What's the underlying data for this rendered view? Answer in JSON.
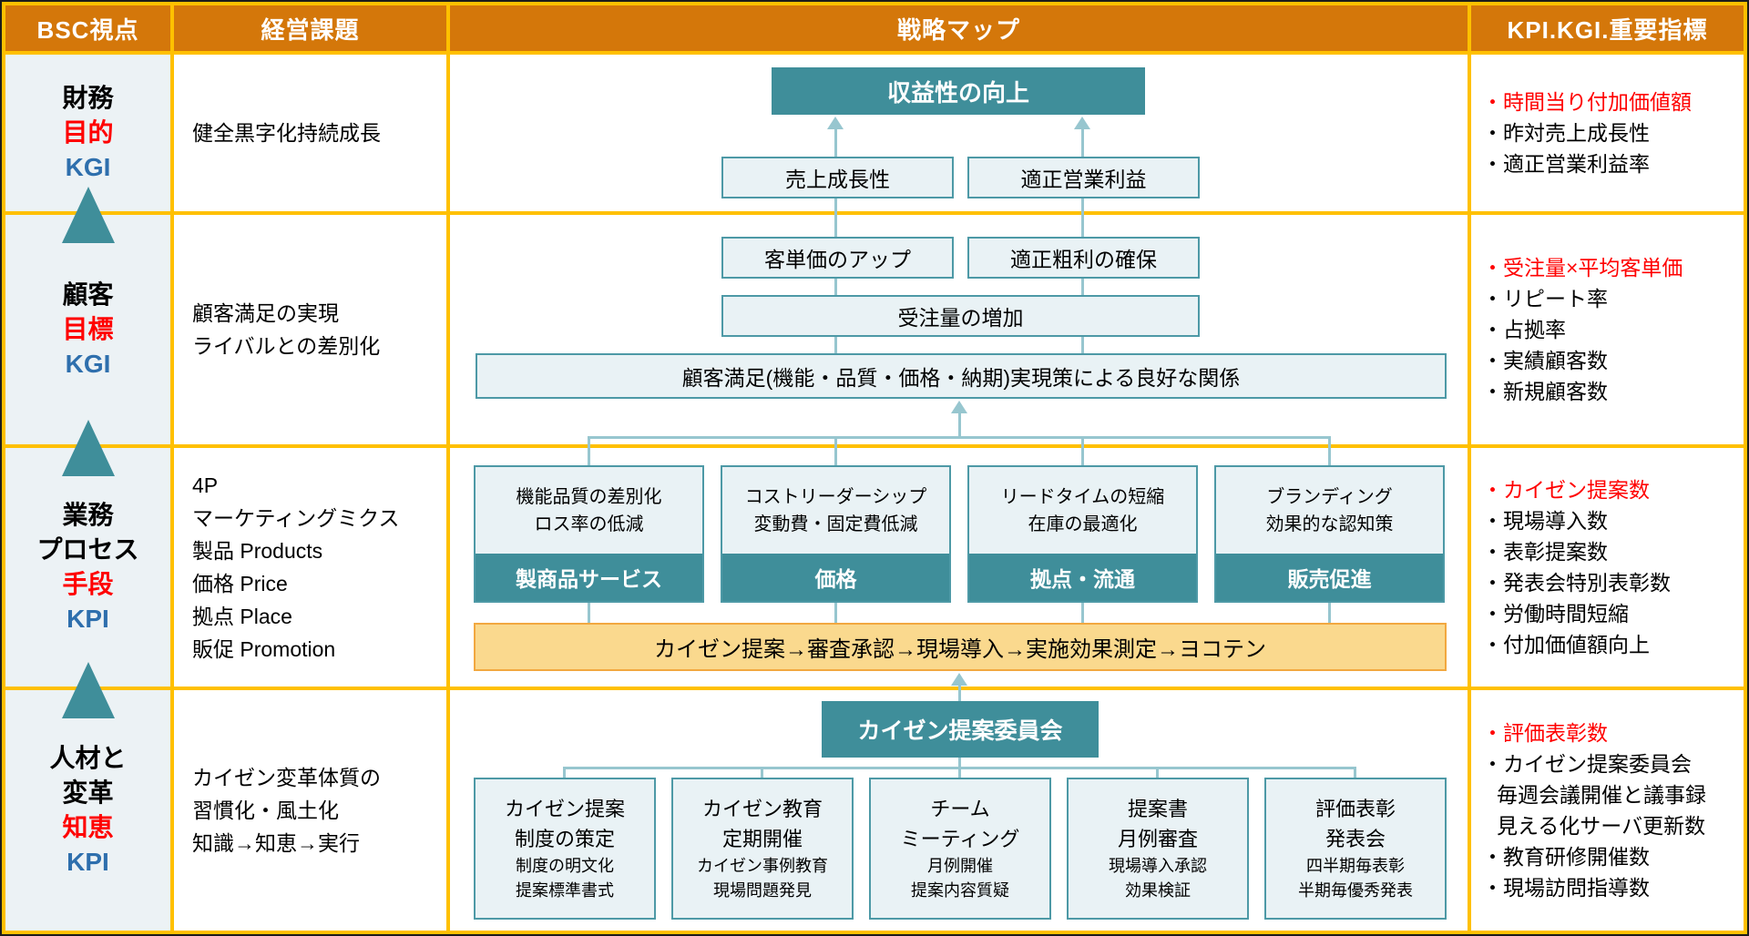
{
  "header": {
    "bsc": "BSC視点",
    "issues": "経営課題",
    "map": "戦略マップ",
    "kpi": "KPI.KGI.重要指標"
  },
  "perspectives": [
    {
      "name": "財務",
      "goal": "目的",
      "metric": "KGI"
    },
    {
      "name": "顧客",
      "goal": "目標",
      "metric": "KGI"
    },
    {
      "name": "業務\nプロセス",
      "goal": "手段",
      "metric": "KPI"
    },
    {
      "name": "人材と\n変革",
      "goal": "知恵",
      "metric": "KPI"
    }
  ],
  "issues": [
    "健全黒字化持続成長",
    "顧客満足の実現\nライバルとの差別化",
    "4P\nマーケティングミクス\n製品 Products\n価格 Price\n拠点 Place\n販促 Promotion",
    "カイゼン変革体質の\n習慣化・風土化\n知識→知恵→実行"
  ],
  "strategy_map": {
    "profit": "収益性の向上",
    "sales_growth": "売上成長性",
    "operating_profit": "適正営業利益",
    "unit_price": "客単価のアップ",
    "gross_margin": "適正粗利の確保",
    "orders": "受注量の増加",
    "satisfaction": "顧客満足(機能・品質・価格・納期)実現策による良好な関係",
    "process_boxes": [
      {
        "top": "機能品質の差別化\nロス率の低減",
        "band": "製商品サービス"
      },
      {
        "top": "コストリーダーシップ\n変動費・固定費低減",
        "band": "価格"
      },
      {
        "top": "リードタイムの短縮\n在庫の最適化",
        "band": "拠点・流通"
      },
      {
        "top": "ブランディング\n効果的な認知策",
        "band": "販売促進"
      }
    ],
    "kaizen_flow": "カイゼン提案→審査承認→現場導入→実施効果測定→ヨコテン",
    "committee": "カイゼン提案委員会",
    "activity_boxes": [
      {
        "main": "カイゼン提案\n制度の策定",
        "sub": "制度の明文化\n提案標準書式"
      },
      {
        "main": "カイゼン教育\n定期開催",
        "sub": "カイゼン事例教育\n現場問題発見"
      },
      {
        "main": "チーム\nミーティング",
        "sub": "月例開催\n提案内容質疑"
      },
      {
        "main": "提案書\n月例審査",
        "sub": "現場導入承認\n効果検証"
      },
      {
        "main": "評価表彰\n発表会",
        "sub": "四半期毎表彰\n半期毎優秀発表"
      }
    ]
  },
  "kpis": [
    [
      "・時間当り付加価値額",
      "・昨対売上成長性",
      "・適正営業利益率"
    ],
    [
      "・受注量×平均客単価",
      "・リピート率",
      "・占拠率",
      "・実績顧客数",
      "・新規顧客数"
    ],
    [
      "・カイゼン提案数",
      "・現場導入数",
      "・表彰提案数",
      "・発表会特別表彰数",
      "・労働時間短縮",
      "・付加価値額向上"
    ],
    [
      "・評価表彰数",
      "・カイゼン提案委員会",
      "毎週会議開催と議事録",
      "見える化サーバ更新数",
      "・教育研修開催数",
      "・現場訪問指導数"
    ]
  ],
  "colors": {
    "header_bg": "#D4770A",
    "grid": "#FFC000",
    "teal": "#3F8E9A",
    "connector": "#97C6CF",
    "kaizen_fill": "#FAD98E",
    "kaizen_border": "#F2A840",
    "accent_red": "#FF0000",
    "accent_blue": "#2E6FAD",
    "perspective_bg": "#ECF2F5",
    "box_fill": "#E9F2F5",
    "box_border": "#4D99A6"
  }
}
